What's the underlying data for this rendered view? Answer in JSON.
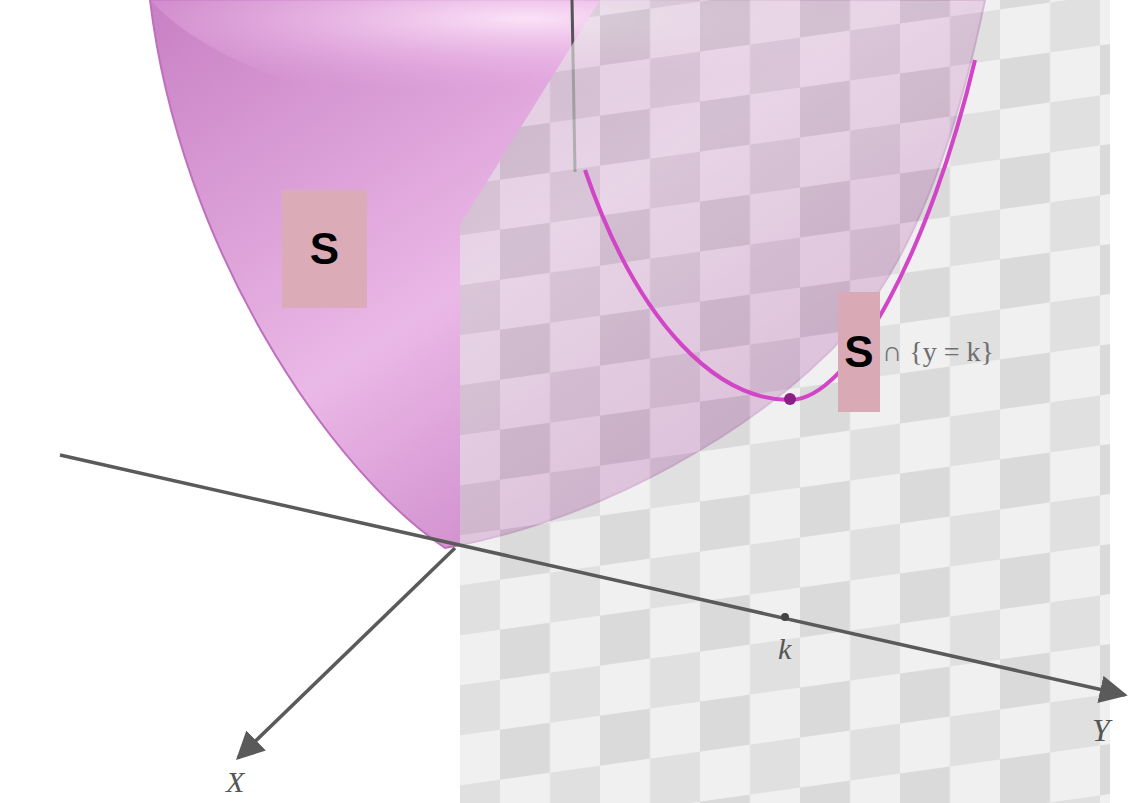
{
  "diagram": {
    "nodes": [
      {
        "text": [
          "S"
        ]
      },
      {
        "text": [
          "S",
          "∩ {y = k}"
        ]
      }
    ],
    "labels": [
      "k",
      "Y",
      "X"
    ]
  }
}
